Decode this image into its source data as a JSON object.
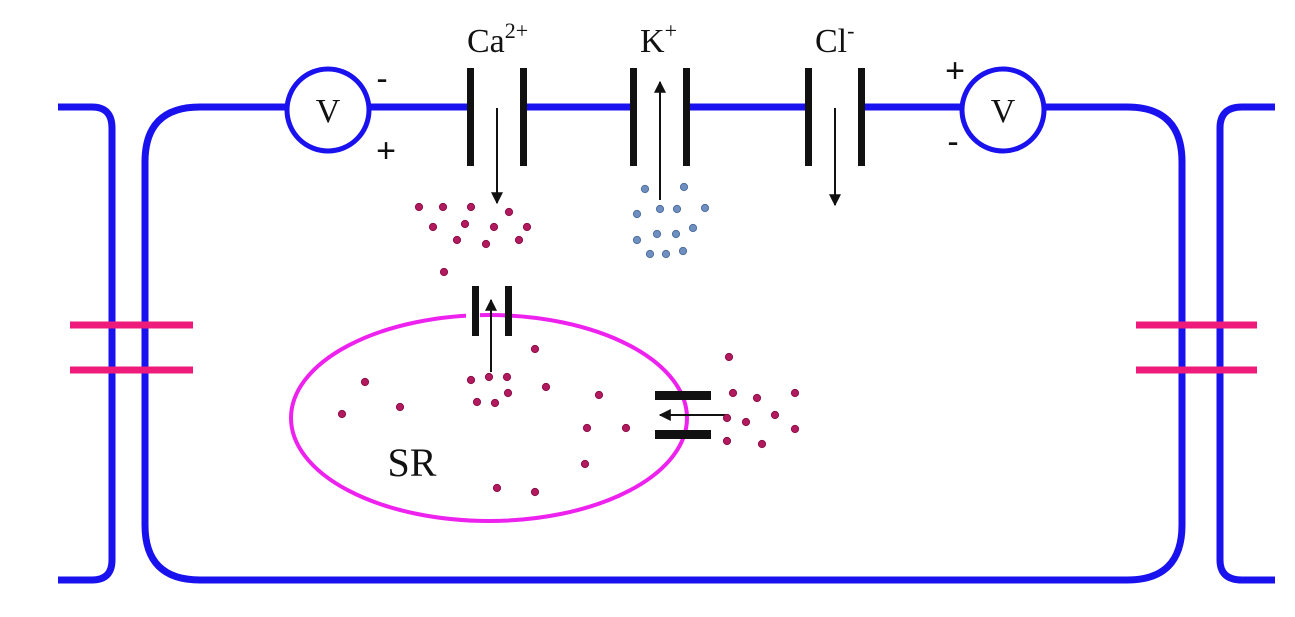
{
  "diagram": {
    "channel_labels": {
      "calcium": {
        "base": "Ca",
        "superscript": "2+"
      },
      "potassium": {
        "base": "K",
        "superscript": "+"
      },
      "chloride": {
        "base": "Cl",
        "superscript": "-"
      }
    },
    "voltmeters": {
      "left": {
        "label": "V",
        "sign_top": "-",
        "sign_bottom": "+"
      },
      "right": {
        "label": "V",
        "sign_top": "+",
        "sign_bottom": "-"
      }
    },
    "organelle_label": "SR"
  },
  "colors": {
    "membrane": "#1a12ee",
    "sr_membrane": "#ee22ee",
    "gap_junction": "#ee1b7a",
    "channel": "#111111",
    "calcium_ion": "#b3195e",
    "calcium_ion_stroke": "#8a1248",
    "potassium_ion": "#6f8fc0",
    "potassium_ion_stroke": "#4f6f9e"
  },
  "icons": {
    "voltmeter": "circle-v-icon",
    "ion_channel": "double-bar-icon",
    "flow_arrow": "arrow-icon"
  }
}
